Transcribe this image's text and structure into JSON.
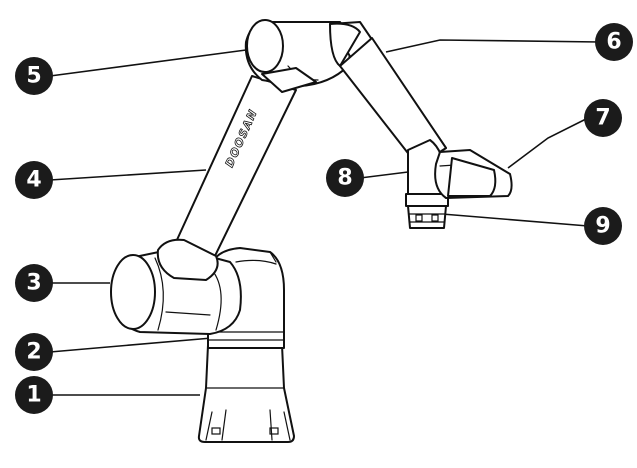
{
  "brand_text": "DOOSAN",
  "callouts": [
    {
      "label": "1",
      "part": "base"
    },
    {
      "label": "2",
      "part": "base-joint"
    },
    {
      "label": "3",
      "part": "shoulder-joint"
    },
    {
      "label": "4",
      "part": "lower-arm"
    },
    {
      "label": "5",
      "part": "elbow-joint"
    },
    {
      "label": "6",
      "part": "upper-arm"
    },
    {
      "label": "7",
      "part": "wrist-joint-2"
    },
    {
      "label": "8",
      "part": "wrist-joint-1"
    },
    {
      "label": "9",
      "part": "tool-flange"
    }
  ],
  "colors": {
    "badge": "#1b1b1b",
    "line": "#111111",
    "body": "#ffffff"
  }
}
